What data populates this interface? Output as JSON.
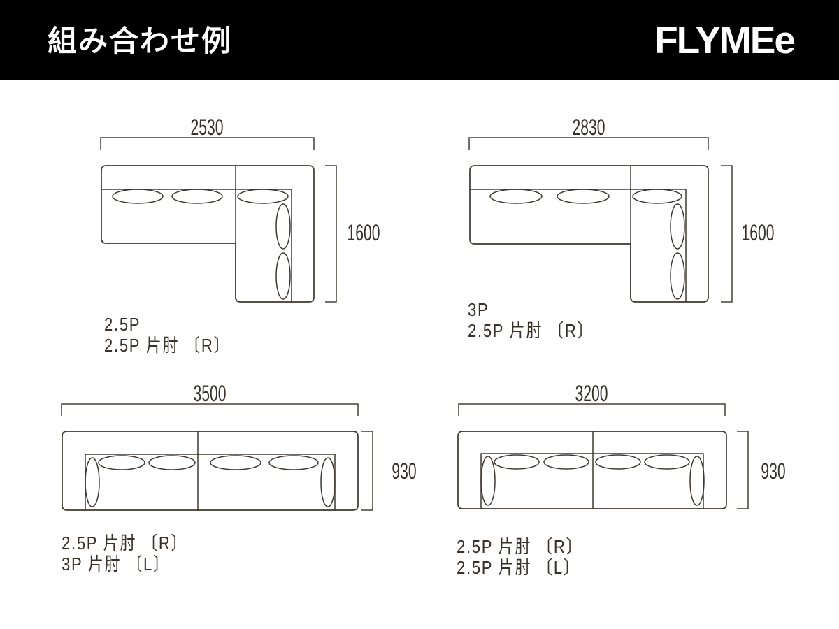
{
  "header": {
    "title": "組み合わせ例",
    "brand": "FLYMEe"
  },
  "colors": {
    "header_bg": "#000000",
    "header_text": "#ffffff",
    "line": "#3e3831",
    "text": "#383129",
    "background": "#ffffff"
  },
  "diagrams": [
    {
      "position": "top-left",
      "shape": "l-shape-corner",
      "width_label": "2530",
      "depth_label": "1600",
      "combo": [
        "2.5P",
        "2.5P 片肘 〔R〕"
      ]
    },
    {
      "position": "top-right",
      "shape": "l-shape-corner",
      "width_label": "2830",
      "depth_label": "1600",
      "combo": [
        "3P",
        "2.5P 片肘 〔R〕"
      ]
    },
    {
      "position": "bottom-left",
      "shape": "straight",
      "width_label": "3500",
      "depth_label": "930",
      "combo": [
        "2.5P 片肘 〔R〕",
        "3P 片肘 〔L〕"
      ]
    },
    {
      "position": "bottom-right",
      "shape": "straight",
      "width_label": "3200",
      "depth_label": "930",
      "combo": [
        "2.5P 片肘 〔R〕",
        "2.5P 片肘 〔L〕"
      ]
    }
  ]
}
